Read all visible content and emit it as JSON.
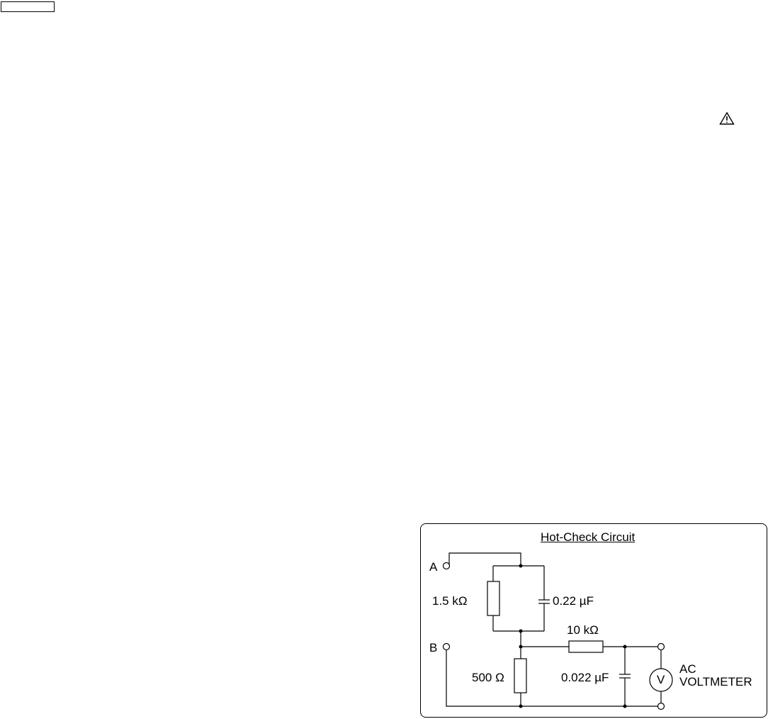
{
  "circuit": {
    "title": "Hot-Check Circuit",
    "terminal_a": "A",
    "terminal_b": "B",
    "resistor_1": "1.5 kΩ",
    "capacitor_1": "0.22 µF",
    "resistor_2": "10 kΩ",
    "resistor_3": "500 Ω",
    "capacitor_2": "0.022 µF",
    "meter_symbol": "V",
    "meter_label_line1": "AC",
    "meter_label_line2": "VOLTMETER"
  },
  "icons": {
    "warning": "warning-triangle-icon"
  }
}
